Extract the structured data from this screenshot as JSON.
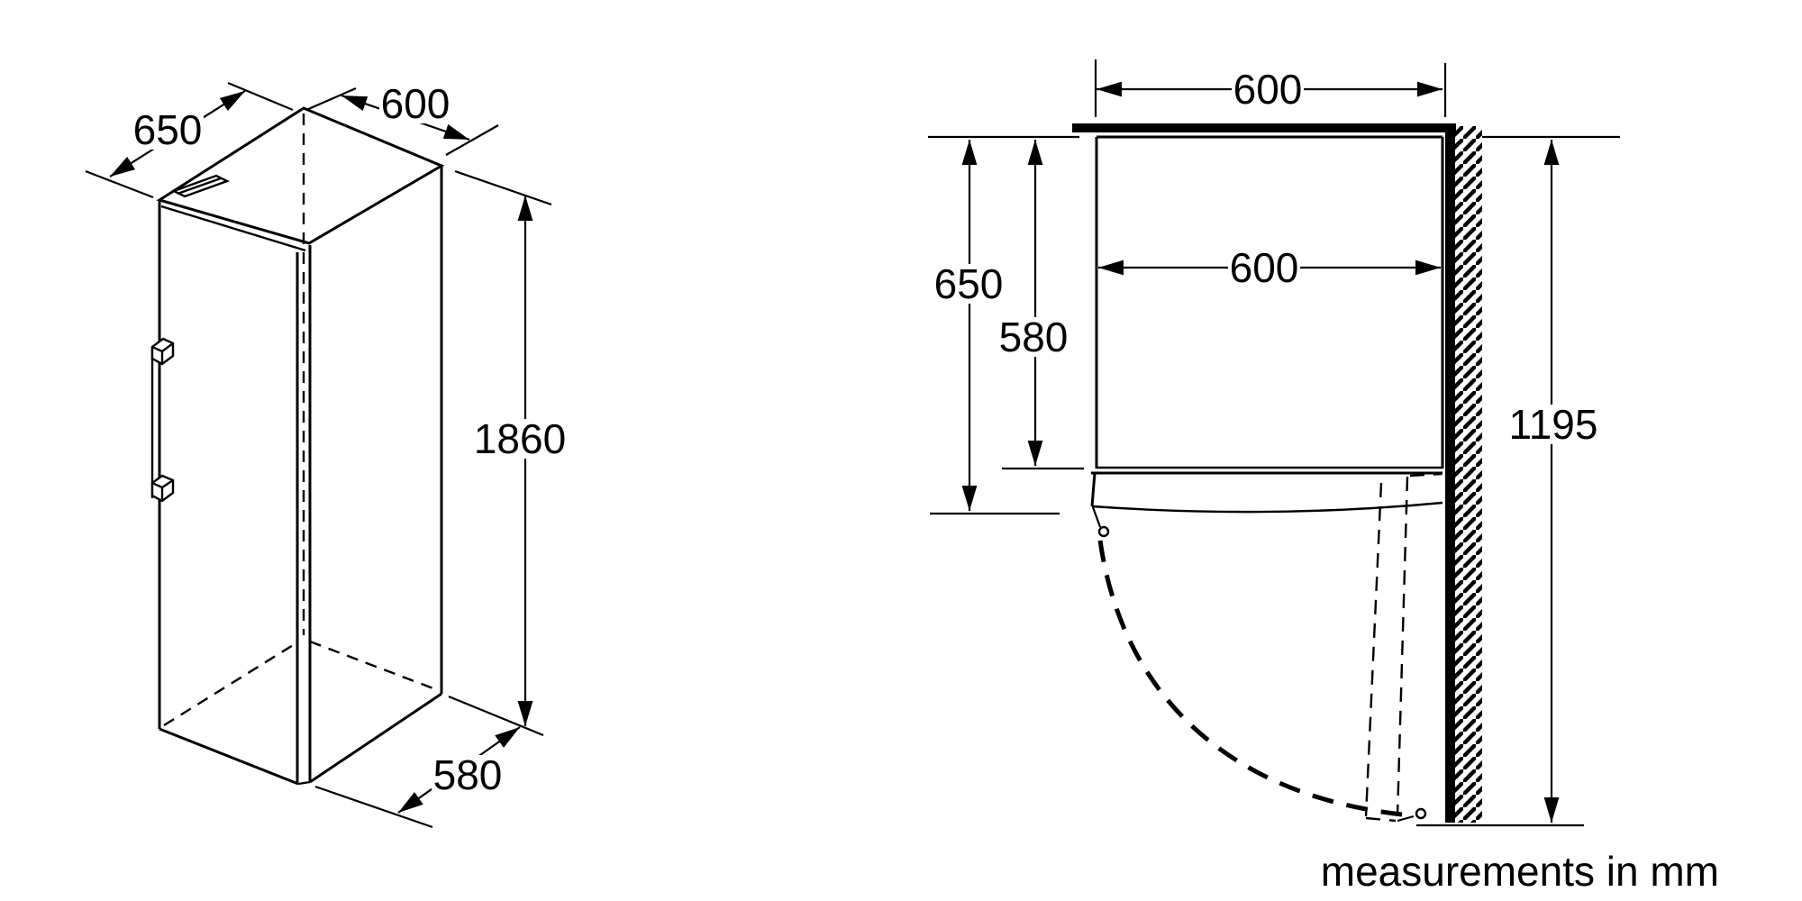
{
  "caption": "measurements in mm",
  "colors": {
    "line": "#000000",
    "background": "#ffffff"
  },
  "isometric_view": {
    "depth": "650",
    "width": "600",
    "height": "1860",
    "base_depth": "580"
  },
  "top_view": {
    "niche_width": "600",
    "cabinet_width": "600",
    "total_depth": "650",
    "body_depth": "580",
    "door_clearance": "1195"
  }
}
